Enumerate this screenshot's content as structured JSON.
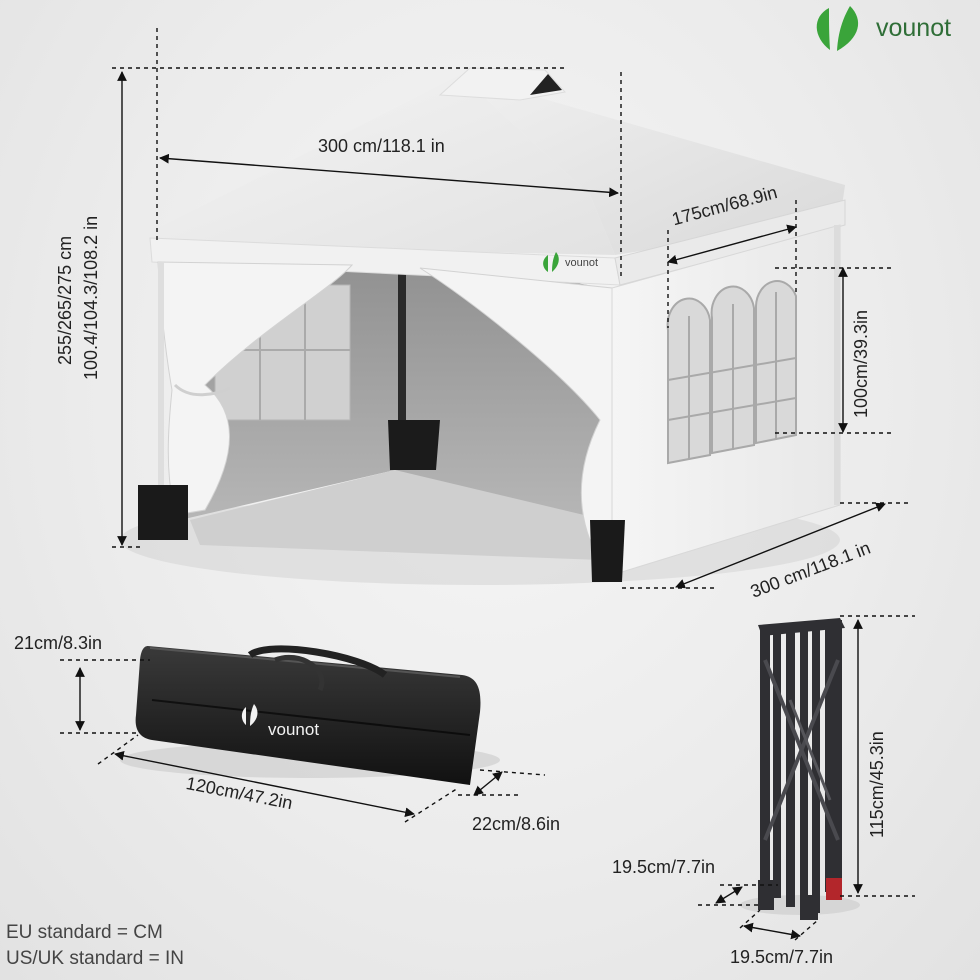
{
  "brand": {
    "name": "vounot",
    "leaf_color": "#3aa43a"
  },
  "tent": {
    "width": "300 cm/118.1 in",
    "depth": "300 cm/118.1 in",
    "height_cm": "255/265/275 cm",
    "height_in": "100.4/104.3/108.2 in",
    "window_width": "175cm/68.9in",
    "window_height": "100cm/39.3in"
  },
  "bag": {
    "height": "21cm/8.3in",
    "length": "120cm/47.2in",
    "width": "22cm/8.6in"
  },
  "frame": {
    "height": "115cm/45.3in",
    "depth": "19.5cm/7.7in",
    "width": "19.5cm/7.7in"
  },
  "standards": {
    "eu": "EU standard = CM",
    "us": "US/UK standard = IN"
  }
}
